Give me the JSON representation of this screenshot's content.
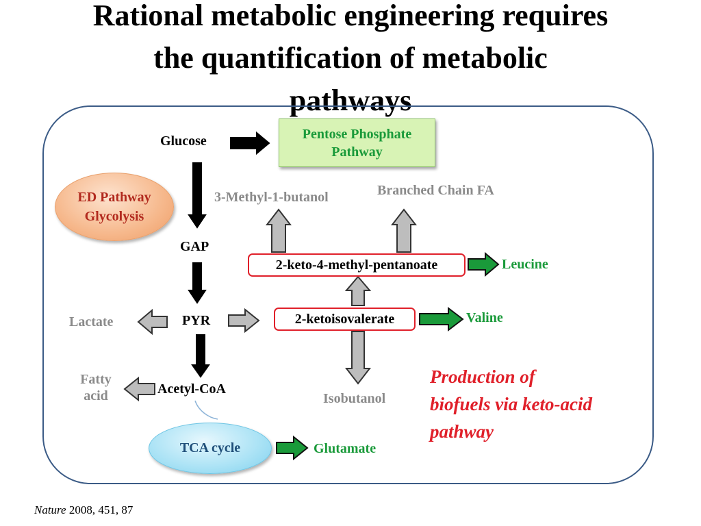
{
  "title": {
    "line1": "Rational metabolic engineering requires",
    "line2": "the quantification of metabolic",
    "line3": "pathways"
  },
  "diagram": {
    "glucose": "Glucose",
    "pentose_phosphate": "Pentose Phosphate Pathway",
    "ed_pathway_line1": "ED Pathway",
    "ed_pathway_line2": "Glycolysis",
    "gap": "GAP",
    "pyr": "PYR",
    "acetyl_coa": "Acetyl-CoA",
    "tca_cycle": "TCA cycle",
    "glutamate": "Glutamate",
    "lactate": "Lactate",
    "fatty_acid_line1": "Fatty",
    "fatty_acid_line2": "acid",
    "methylbutanol": "3-Methyl-1-butanol",
    "branched_chain_fa": "Branched Chain FA",
    "keto_methyl_pentanoate": "2-keto-4-methyl-pentanoate",
    "leucine": "Leucine",
    "ketoisovalerate": "2-ketoisovalerate",
    "valine": "Valine",
    "isobutanol": "Isobutanol"
  },
  "note": {
    "line1": "Production of",
    "line2": "biofuels via keto-acid",
    "line3": "pathway"
  },
  "citation": {
    "journal": "Nature",
    "details": " 2008, 451, 87"
  },
  "colors": {
    "frame": "#3b5b86",
    "green_text": "#1a9a3a",
    "red": "#e0202a",
    "gray_text": "#8a8a8a",
    "ed_text": "#b22a1e",
    "tca_text": "#1f4e79"
  }
}
